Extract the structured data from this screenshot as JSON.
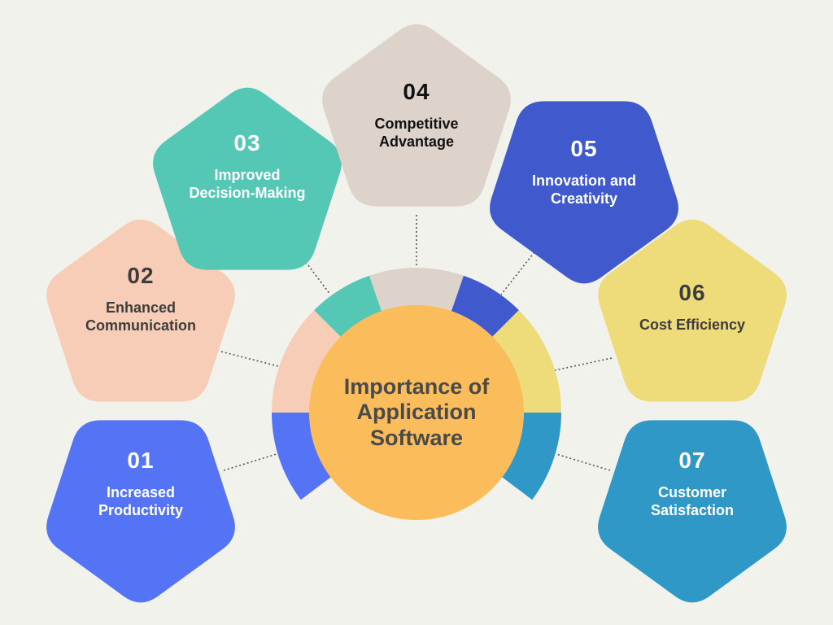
{
  "center": {
    "title": "Importance of Application Software",
    "color": "#fbbd5c"
  },
  "items": [
    {
      "number": "01",
      "label": "Increased Productivity",
      "color": "#5474f5",
      "text_color": "#ffffff"
    },
    {
      "number": "02",
      "label": "Enhanced Communication",
      "color": "#f7cdb7",
      "text_color": "#3d3d3d"
    },
    {
      "number": "03",
      "label": "Improved Decision-Making",
      "color": "#54c7b5",
      "text_color": "#ffffff"
    },
    {
      "number": "04",
      "label": "Competitive Advantage",
      "color": "#ddd3cb",
      "text_color": "#111111"
    },
    {
      "number": "05",
      "label": "Innovation and Creativity",
      "color": "#4059cc",
      "text_color": "#ffffff"
    },
    {
      "number": "06",
      "label": "Cost Efficiency",
      "color": "#eedb79",
      "text_color": "#3d3d3d"
    },
    {
      "number": "07",
      "label": "Customer Satisfaction",
      "color": "#2f98c6",
      "text_color": "#ffffff"
    }
  ]
}
